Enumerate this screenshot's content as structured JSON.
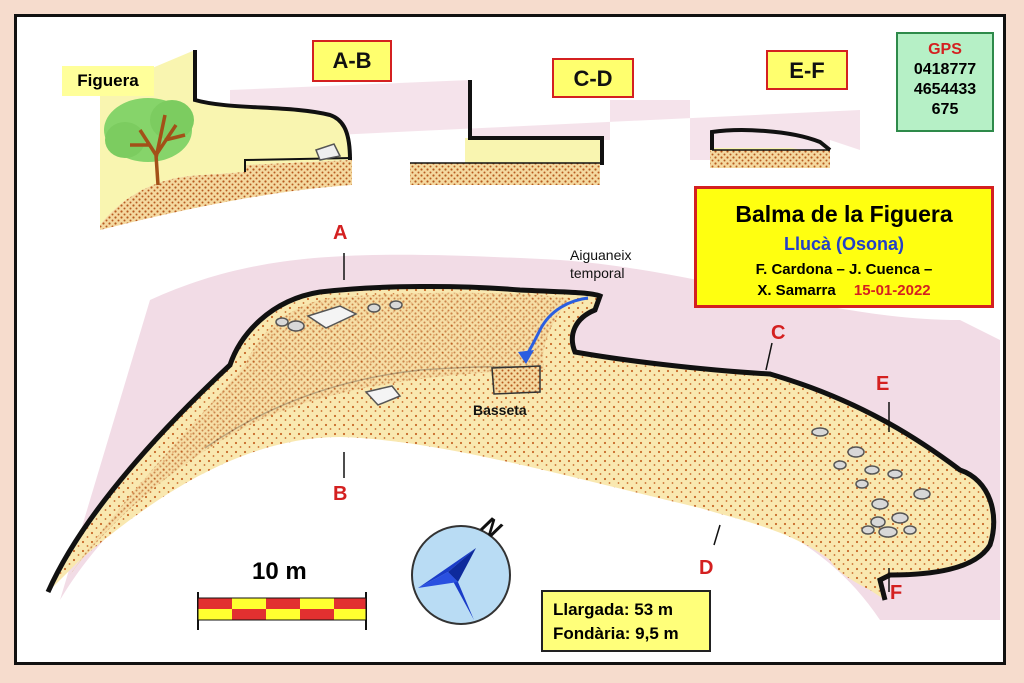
{
  "sections": {
    "ab": "A-B",
    "cd": "C-D",
    "ef": "E-F"
  },
  "figuera_label": "Figuera",
  "gps": {
    "label": "GPS",
    "x": "0418777",
    "y": "4654433",
    "alt": "675"
  },
  "title": {
    "name": "Balma de la Figuera",
    "place": "Llucà (Osona)",
    "authors_1": "F. Cardona –  J. Cuenca –",
    "authors_2": "X. Samarra",
    "date": "15-01-2022"
  },
  "points": {
    "a": "A",
    "b": "B",
    "c": "C",
    "d": "D",
    "e": "E",
    "f": "F"
  },
  "labels": {
    "aiguaneix_1": "Aiguaneix",
    "aiguaneix_2": "temporal",
    "basseta": "Basseta"
  },
  "scale": {
    "label": "10 m"
  },
  "compass": {
    "north": "N"
  },
  "measures": {
    "length": "Llargada:  53 m",
    "depth": "Fondària: 9,5 m"
  },
  "colors": {
    "floor": "#f9e8b0",
    "dots": "#c86a2a",
    "wall": "#111111",
    "shadow": "#f2dce6",
    "label_red": "#d42020",
    "water": "#2a5ee0"
  }
}
